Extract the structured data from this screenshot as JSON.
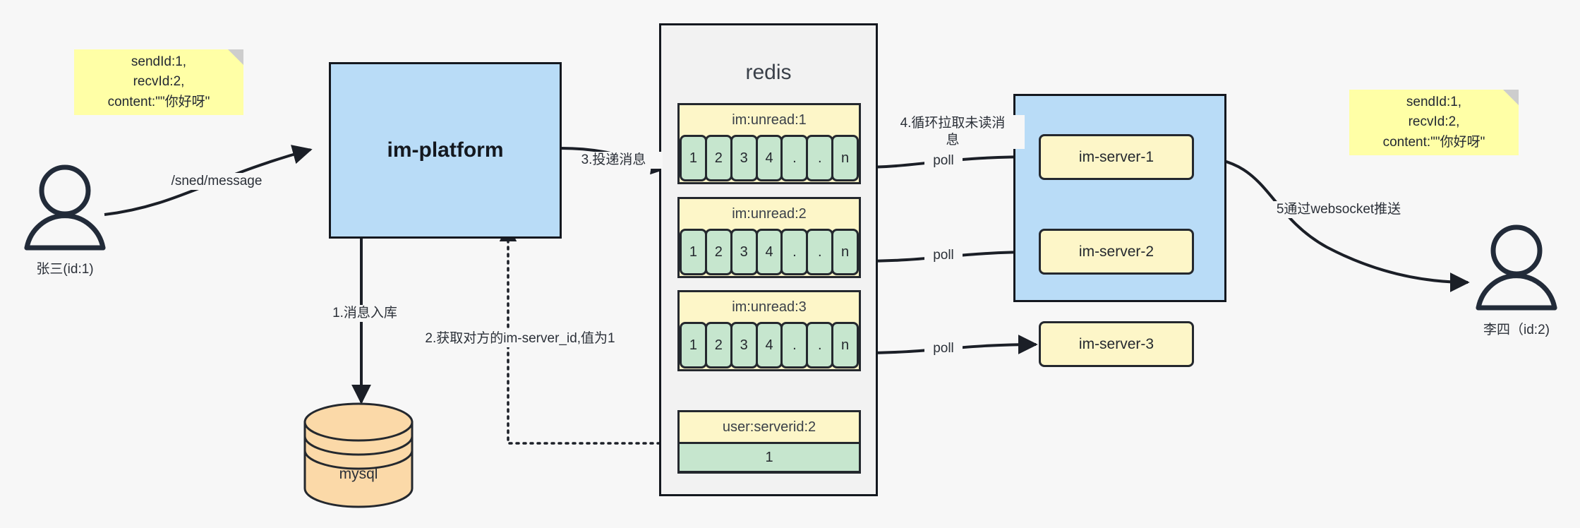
{
  "diagram": {
    "title": "IM message delivery architecture",
    "colors": {
      "background": "#f7f7f7",
      "note_yellow": "#ffffa6",
      "box_blue": "#b9dcf7",
      "server_yellow": "#fdf6c8",
      "cell_green": "#c6e6ce",
      "cylinder_orange": "#fbd9a8",
      "stroke": "#14181f"
    }
  },
  "notes": {
    "left": "sendId:1,\nrecvId:2,\ncontent:\"\"你好呀\"",
    "right": "sendId:1,\nrecvId:2,\ncontent:\"\"你好呀\""
  },
  "actors": {
    "sender": {
      "label": "张三(id:1)",
      "icon": "user-icon"
    },
    "receiver": {
      "label": "李四（id:2)",
      "icon": "user-icon"
    }
  },
  "nodes": {
    "im_platform": "im-platform",
    "mysql": "mysql",
    "redis_title": "redis"
  },
  "redis": {
    "unread_lists": [
      {
        "key": "im:unread:1",
        "cells": [
          "1",
          "2",
          "3",
          "4",
          ".",
          ".",
          "n"
        ]
      },
      {
        "key": "im:unread:2",
        "cells": [
          "1",
          "2",
          "3",
          "4",
          ".",
          ".",
          "n"
        ]
      },
      {
        "key": "im:unread:3",
        "cells": [
          "1",
          "2",
          "3",
          "4",
          ".",
          ".",
          "n"
        ]
      }
    ],
    "kv": {
      "key": "user:serverid:2",
      "value": "1"
    }
  },
  "servers": [
    {
      "label": "im-server-1"
    },
    {
      "label": "im-server-2"
    },
    {
      "label": "im-server-3"
    }
  ],
  "edges": {
    "send_message": "/sned/message",
    "step1": "1.消息入库",
    "step2": "2.获取对方的im-server_id,值为1",
    "step3": "3.投递消息",
    "step4": "4.循环拉取未读消\n息",
    "poll1": "poll",
    "poll2": "poll",
    "poll3": "poll",
    "step5": "5通过websocket推送"
  }
}
